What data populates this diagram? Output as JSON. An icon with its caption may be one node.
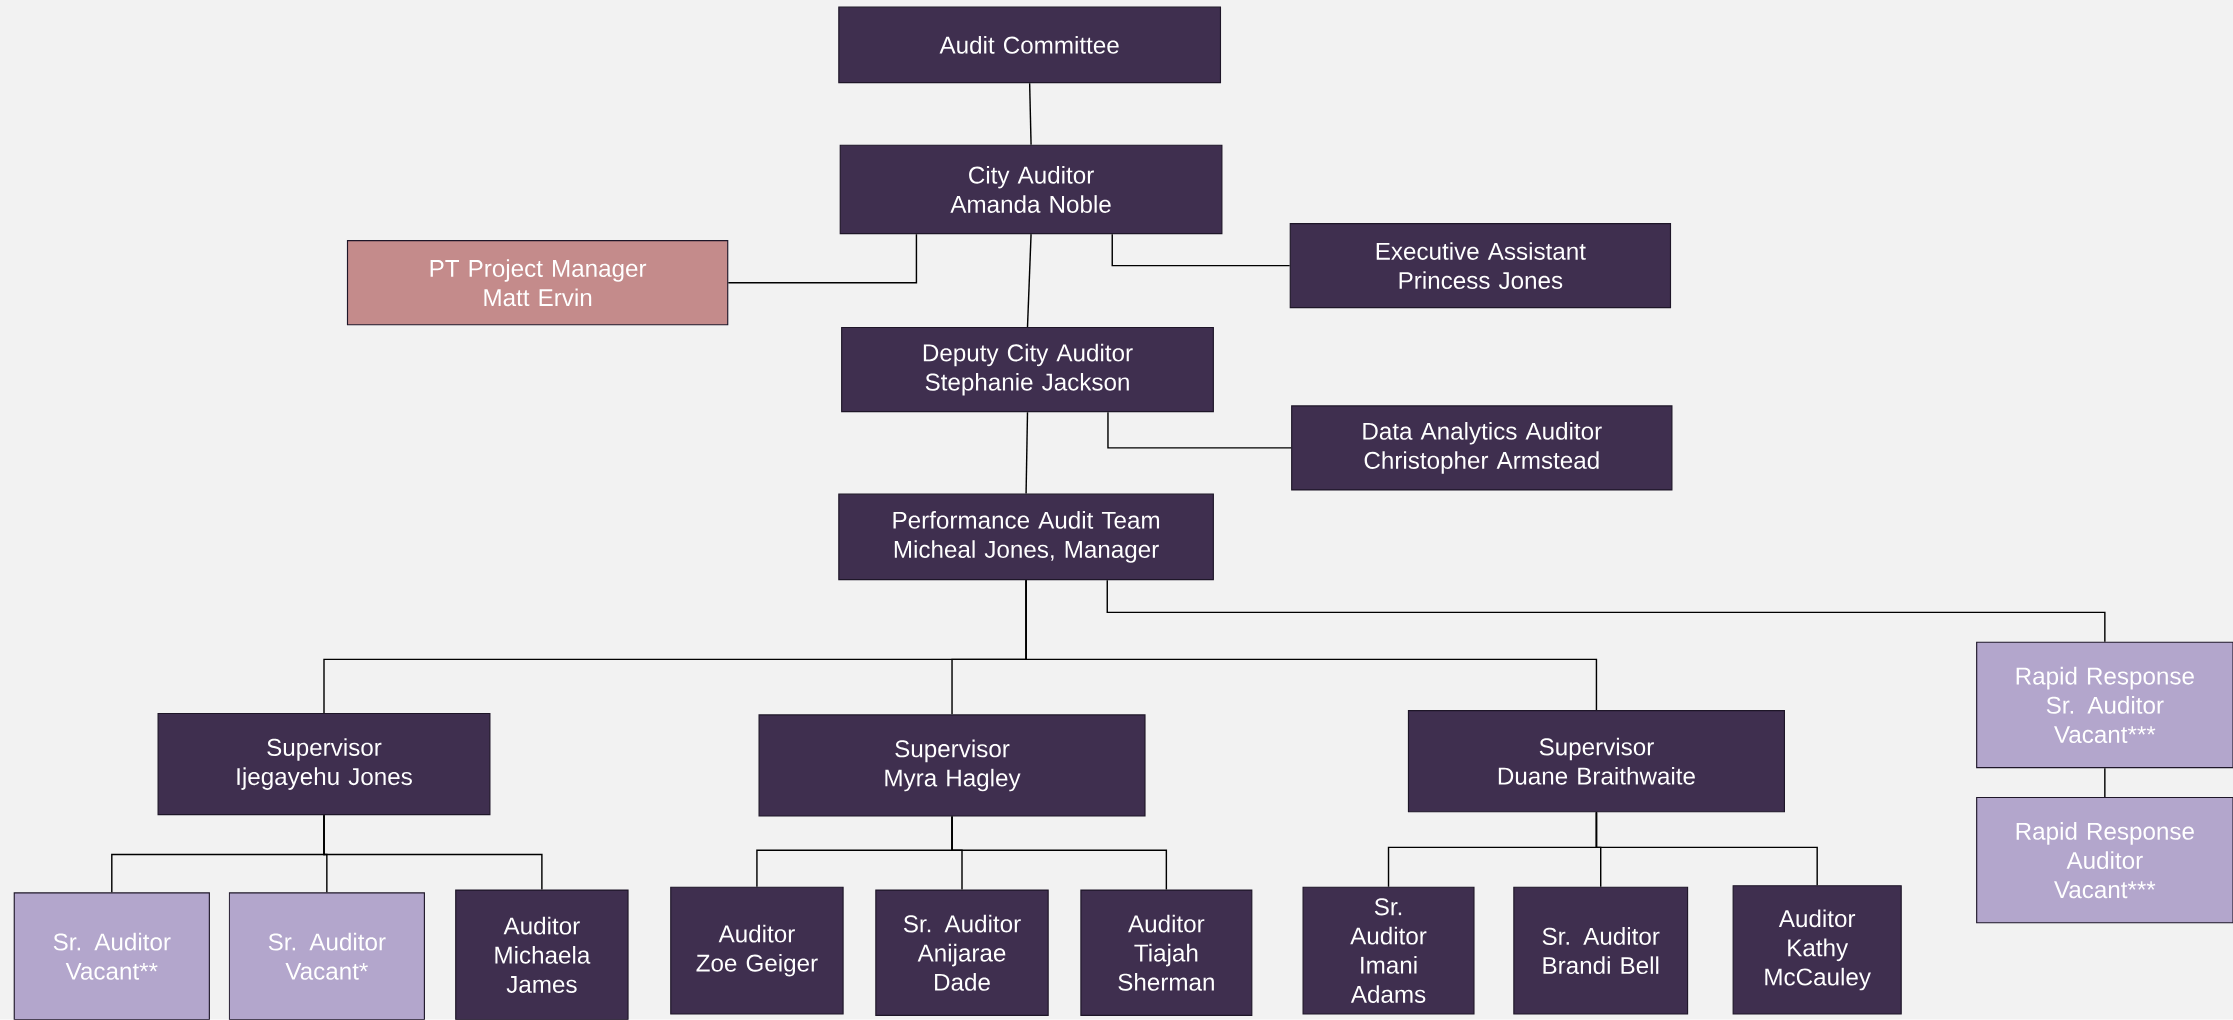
{
  "diagram": {
    "nodes": [
      {
        "text": [
          "Audit Committee"
        ]
      },
      {
        "text": [
          "City Auditor",
          "Amanda Noble"
        ]
      },
      {
        "text": [
          "PT Project Manager",
          "Matt Ervin"
        ]
      },
      {
        "text": [
          "Executive Assistant",
          "Princess Jones"
        ]
      },
      {
        "text": [
          "Deputy City Auditor",
          "Stephanie Jackson"
        ]
      },
      {
        "text": [
          "Data Analytics Auditor",
          "Christopher Armstead"
        ]
      },
      {
        "text": [
          "Performance Audit Team",
          "Micheal Jones, Manager"
        ]
      },
      {
        "text": [
          "Supervisor",
          "Ijegayehu Jones"
        ]
      },
      {
        "text": [
          "Supervisor",
          "Myra Hagley"
        ]
      },
      {
        "text": [
          "Supervisor",
          "Duane Braithwaite"
        ]
      },
      {
        "text": [
          "Rapid Response Sr. Auditor",
          "Vacant***"
        ]
      },
      {
        "text": [
          "Rapid Response Auditor",
          "Vacant***"
        ]
      },
      {
        "text": [
          "Sr. Auditor",
          "Vacant**"
        ]
      },
      {
        "text": [
          "Sr. Auditor",
          "Vacant*"
        ]
      },
      {
        "text": [
          "Auditor",
          "Michaela James"
        ]
      },
      {
        "text": [
          "Auditor",
          "Zoe Geiger"
        ]
      },
      {
        "text": [
          "Sr. Auditor",
          "Anijarae Dade"
        ]
      },
      {
        "text": [
          "Auditor",
          "Tiajah Sherman"
        ]
      },
      {
        "text": [
          "Sr. Auditor",
          "Imani Adams"
        ]
      },
      {
        "text": [
          "Sr. Auditor",
          "Brandi Bell"
        ]
      },
      {
        "text": [
          "Auditor",
          "Kathy McCauley"
        ]
      }
    ],
    "edges": [
      {
        "from": 0,
        "to": 1,
        "arrow": "none"
      },
      {
        "from": 1,
        "to": 2,
        "arrow": "none"
      },
      {
        "from": 1,
        "to": 3,
        "arrow": "none"
      },
      {
        "from": 1,
        "to": 4,
        "arrow": "none"
      },
      {
        "from": 4,
        "to": 5,
        "arrow": "none"
      },
      {
        "from": 4,
        "to": 6,
        "arrow": "none"
      },
      {
        "from": 6,
        "to": 7,
        "arrow": "none"
      },
      {
        "from": 6,
        "to": 8,
        "arrow": "none"
      },
      {
        "from": 6,
        "to": 9,
        "arrow": "none"
      },
      {
        "from": 6,
        "to": 10,
        "arrow": "none"
      },
      {
        "from": 10,
        "to": 11,
        "arrow": "none"
      },
      {
        "from": 7,
        "to": 12,
        "arrow": "none"
      },
      {
        "from": 7,
        "to": 13,
        "arrow": "none"
      },
      {
        "from": 7,
        "to": 14,
        "arrow": "none"
      },
      {
        "from": 8,
        "to": 15,
        "arrow": "none"
      },
      {
        "from": 8,
        "to": 16,
        "arrow": "none"
      },
      {
        "from": 8,
        "to": 17,
        "arrow": "none"
      },
      {
        "from": 9,
        "to": 18,
        "arrow": "none"
      },
      {
        "from": 9,
        "to": 19,
        "arrow": "none"
      },
      {
        "from": 9,
        "to": 20,
        "arrow": "none"
      }
    ]
  }
}
